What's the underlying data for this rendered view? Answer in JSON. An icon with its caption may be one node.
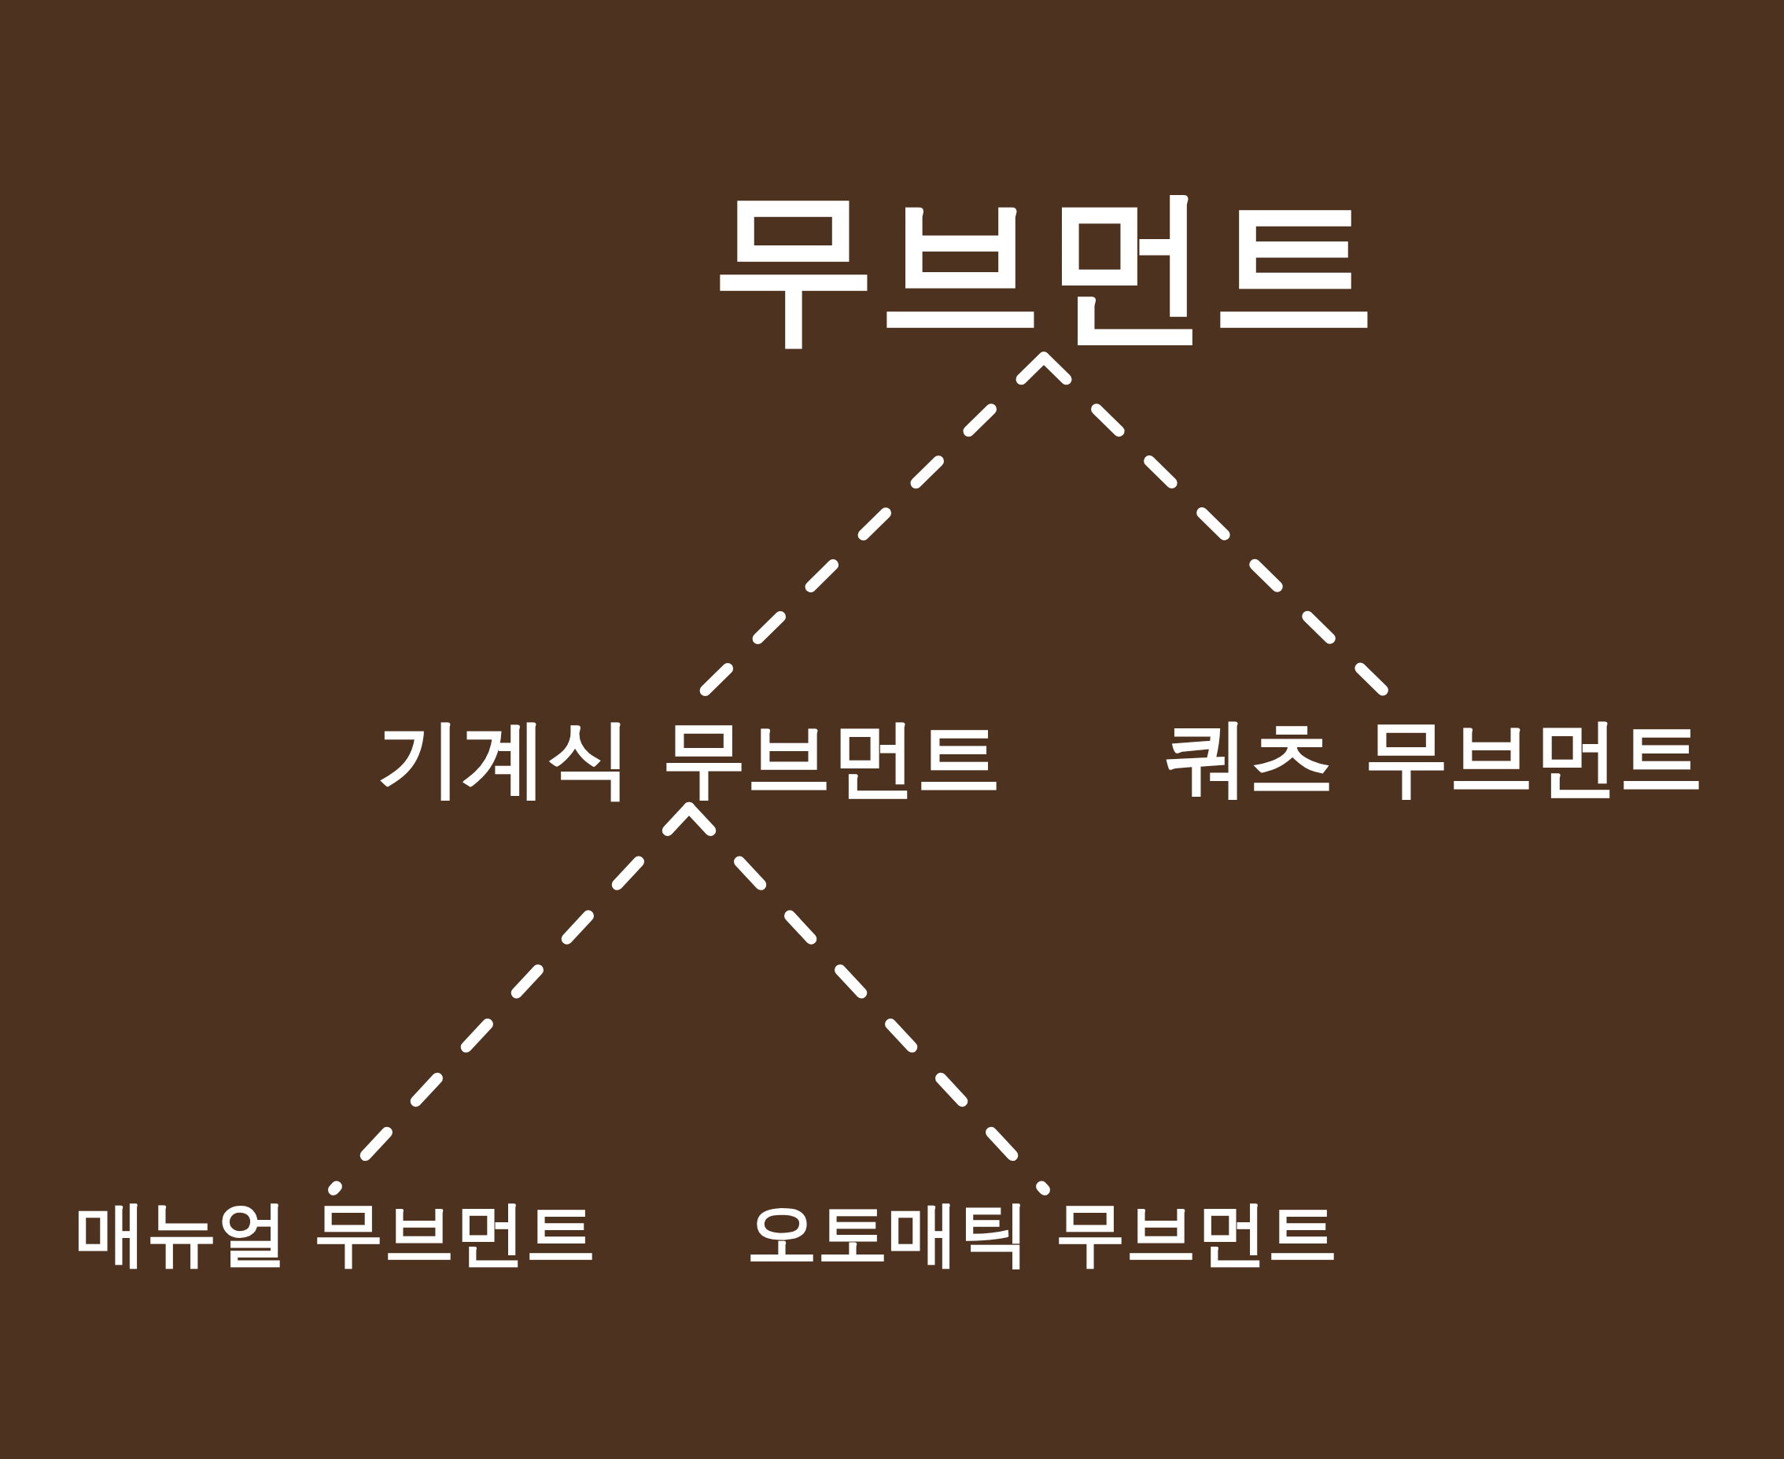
{
  "diagram": {
    "nodes": [
      {
        "text": [
          "무브먼트"
        ]
      },
      {
        "text": [
          "기계식 무브먼트"
        ]
      },
      {
        "text": [
          "쿼츠 무브먼트"
        ]
      },
      {
        "text": [
          "매뉴얼 무브먼트"
        ]
      },
      {
        "text": [
          "오토매틱 무브먼트"
        ]
      }
    ],
    "edges": [
      {
        "from": 0,
        "to": 1,
        "arrow": "none",
        "style": "dashed"
      },
      {
        "from": 0,
        "to": 2,
        "arrow": "none",
        "style": "dashed"
      },
      {
        "from": 1,
        "to": 3,
        "arrow": "none",
        "style": "dashed"
      },
      {
        "from": 1,
        "to": 4,
        "arrow": "none",
        "style": "dashed"
      }
    ]
  }
}
